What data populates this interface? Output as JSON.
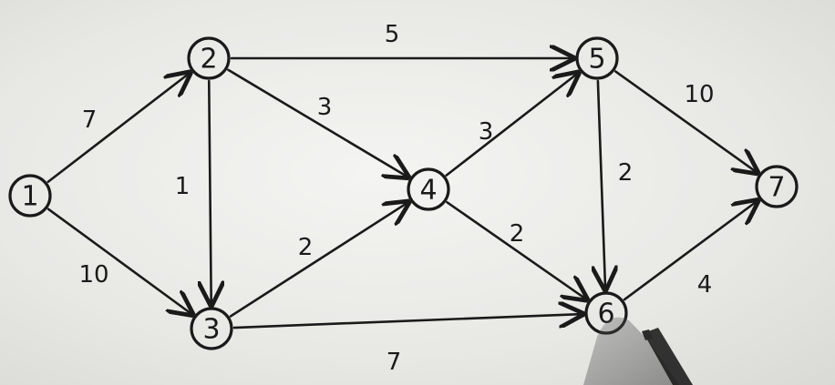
{
  "diagram": {
    "nodes": [
      {
        "id": "1",
        "label": "1"
      },
      {
        "id": "2",
        "label": "2"
      },
      {
        "id": "3",
        "label": "3"
      },
      {
        "id": "4",
        "label": "4"
      },
      {
        "id": "5",
        "label": "5"
      },
      {
        "id": "6",
        "label": "6"
      },
      {
        "id": "7",
        "label": "7"
      }
    ],
    "edges": [
      {
        "from": "1",
        "to": "2",
        "weight": "7"
      },
      {
        "from": "1",
        "to": "3",
        "weight": "10"
      },
      {
        "from": "2",
        "to": "3",
        "weight": "1"
      },
      {
        "from": "2",
        "to": "4",
        "weight": "3"
      },
      {
        "from": "2",
        "to": "5",
        "weight": "5"
      },
      {
        "from": "3",
        "to": "4",
        "weight": "2"
      },
      {
        "from": "3",
        "to": "6",
        "weight": "7"
      },
      {
        "from": "4",
        "to": "5",
        "weight": "3"
      },
      {
        "from": "4",
        "to": "6",
        "weight": "2"
      },
      {
        "from": "5",
        "to": "6",
        "weight": "2"
      },
      {
        "from": "5",
        "to": "7",
        "weight": "10"
      },
      {
        "from": "6",
        "to": "7",
        "weight": "4"
      }
    ],
    "colors": {
      "ink": "#1a1a1a",
      "paper": "#ececea"
    }
  }
}
